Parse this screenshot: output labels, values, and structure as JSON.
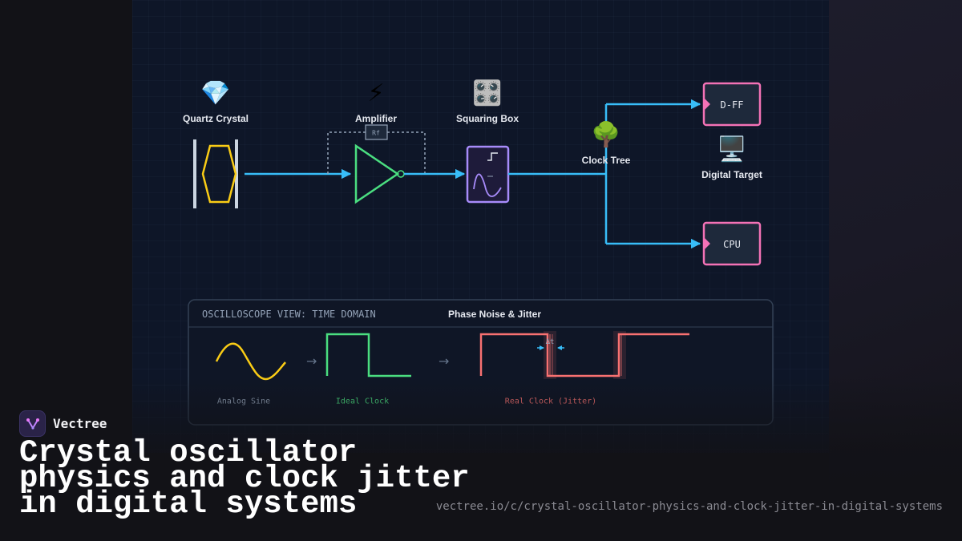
{
  "diagram": {
    "nodes": {
      "quartz": {
        "label": "Quartz Crystal",
        "icon": "💎"
      },
      "amplifier": {
        "label": "Amplifier",
        "icon": "⚡",
        "feedback_label": "Rf"
      },
      "squaring": {
        "label": "Squaring Box",
        "icon": "🎛️"
      },
      "clock_tree": {
        "label": "Clock Tree",
        "icon": "🌳"
      },
      "digital_target": {
        "label": "Digital Target",
        "icon": "🖥️"
      },
      "dff": {
        "label": "D-FF"
      },
      "cpu": {
        "label": "CPU"
      }
    },
    "scope": {
      "header": "OSCILLOSCOPE VIEW: TIME DOMAIN",
      "section_title": "Phase Noise & Jitter",
      "arrow_1": "→",
      "arrow_2": "→",
      "delta_label": "Δt",
      "waveforms": {
        "analog": "Analog Sine",
        "ideal": "Ideal Clock",
        "real": "Real Clock (Jitter)"
      }
    },
    "colors": {
      "wire": "#38bdf8",
      "crystal": "#facc15",
      "amplifier": "#4ade80",
      "squaring": "#a78bfa",
      "target": "#f472b6",
      "jitter": "#f87171"
    }
  },
  "brand": {
    "name": "Vectree"
  },
  "title": "Crystal oscillator physics and clock jitter in digital systems",
  "url": "vectree.io/c/crystal-oscillator-physics-and-clock-jitter-in-digital-systems"
}
